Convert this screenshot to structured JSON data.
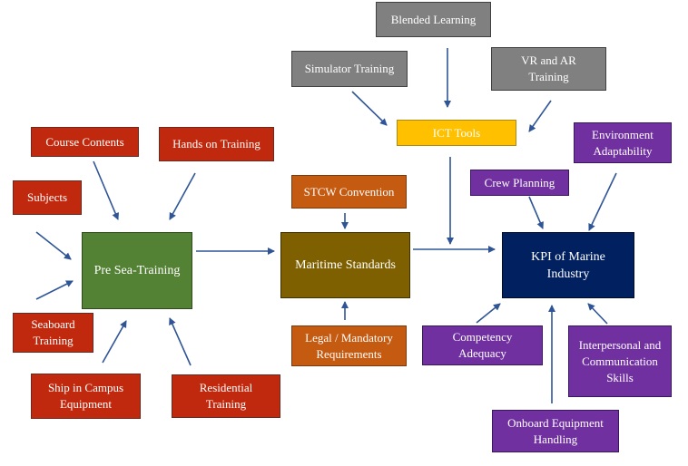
{
  "nodes": {
    "pre_sea_training": "Pre Sea-Training",
    "maritime_standards": "Maritime Standards",
    "kpi_marine_industry": "KPI of Marine Industry",
    "ict_tools": "ICT Tools",
    "blended_learning": "Blended Learning",
    "simulator_training": "Simulator Training",
    "vr_ar_training": "VR and AR Training",
    "stcw_convention": "STCW Convention",
    "legal_mandatory": "Legal / Mandatory Requirements",
    "course_contents": "Course Contents",
    "hands_on_training": "Hands on Training",
    "subjects": "Subjects",
    "seaboard_training": "Seaboard Training",
    "ship_in_campus": "Ship in Campus Equipment",
    "residential_training": "Residential Training",
    "crew_planning": "Crew Planning",
    "environment_adaptability": "Environment Adaptability",
    "competency_adequacy": "Competency Adequacy",
    "interpersonal_communication": "Interpersonal and Communication Skills",
    "onboard_equipment_handling": "Onboard Equipment Handling"
  },
  "colors": {
    "red": "#c0290e",
    "gray": "#808080",
    "yellow": "#ffc000",
    "orange": "#c55a11",
    "olive": "#7f6000",
    "green": "#548235",
    "navy": "#002060",
    "purple": "#7030a0",
    "arrow": "#2f5597"
  }
}
